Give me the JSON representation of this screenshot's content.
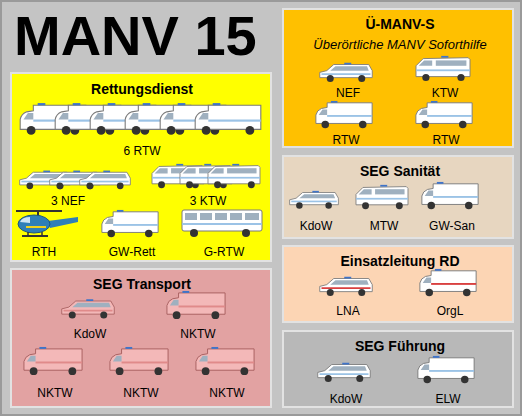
{
  "diagram": {
    "title": "MANV 15",
    "nodes": [
      {
        "text": [
          "Ü-MANV-S",
          "Überörtliche MANV Soforthilfe",
          "NEF",
          "KTW",
          "RTW",
          "RTW"
        ]
      },
      {
        "text": [
          "Rettungsdienst",
          "6 RTW",
          "3 NEF",
          "3 KTW",
          "RTH",
          "GW-Rett",
          "G-RTW"
        ]
      },
      {
        "text": [
          "SEG Sanität",
          "KdoW",
          "MTW",
          "GW-San"
        ]
      },
      {
        "text": [
          "Einsatzleitung RD",
          "LNA",
          "OrgL"
        ]
      },
      {
        "text": [
          "SEG Transport",
          "KdoW",
          "NKTW",
          "NKTW",
          "NKTW",
          "NKTW"
        ]
      },
      {
        "text": [
          "SEG Führung",
          "KdoW",
          "ELW"
        ]
      }
    ]
  }
}
